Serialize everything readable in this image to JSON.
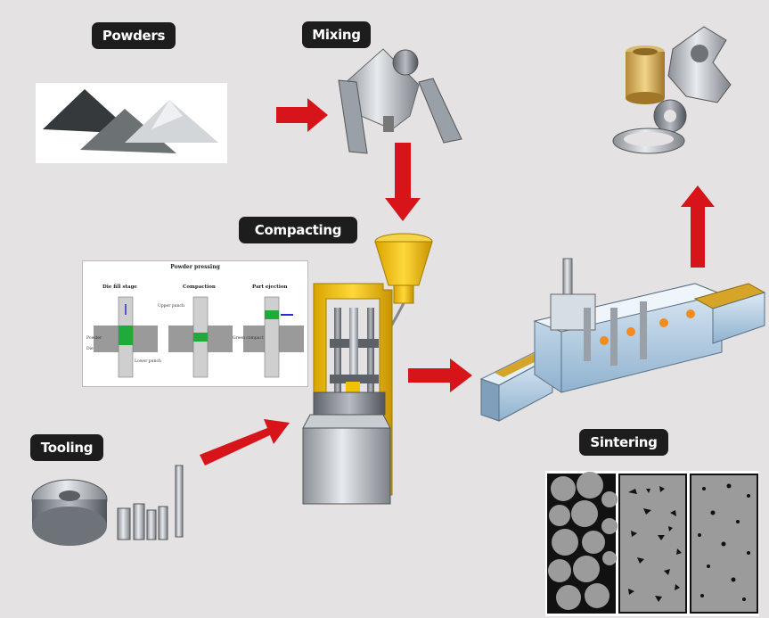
{
  "labels": {
    "powders": "Powders",
    "mixing": "Mixing",
    "compacting": "Compacting",
    "tooling": "Tooling",
    "sintering": "Sintering"
  },
  "inset": {
    "title": "Powder pressing",
    "captions": [
      "Die fill stage",
      "Compaction",
      "Part ejection"
    ],
    "notes": [
      "Upper punch",
      "Powder",
      "Die",
      "Lower punch",
      "Green compact"
    ]
  },
  "colors": {
    "background": "#e4e2e3",
    "arrow": "#d8141b",
    "label_bg": "#1d1d1d",
    "press_frame": "#f2c200",
    "green_compact": "#1faa3a",
    "furnace": "#b9cfe2",
    "heater": "#f28c1e"
  }
}
